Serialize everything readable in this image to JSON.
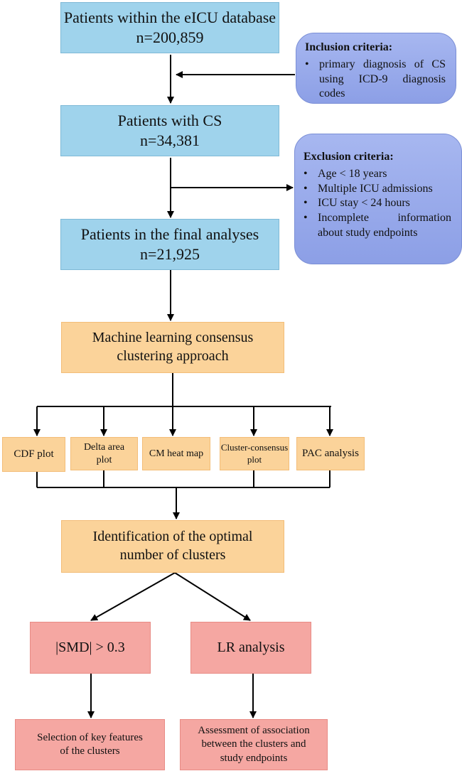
{
  "boxes": {
    "eicu": {
      "line1": "Patients within the eICU database",
      "line2": "n=200,859"
    },
    "cs": {
      "line1": "Patients with CS",
      "line2": "n=34,381"
    },
    "final": {
      "line1": "Patients in the final analyses",
      "line2": "n=21,925"
    },
    "ml": {
      "line1": "Machine learning consensus",
      "line2": "clustering approach"
    },
    "optimal": {
      "line1": "Identification of the optimal",
      "line2": "number of clusters"
    },
    "smd": {
      "label": "|SMD| > 0.3"
    },
    "lr": {
      "label": "LR analysis"
    },
    "selection": {
      "line1": "Selection of key features",
      "line2": "of the clusters"
    },
    "assessment": {
      "line1": "Assessment of association",
      "line2": "between the clusters and",
      "line3": "study endpoints"
    }
  },
  "methods": [
    {
      "line1": "CDF plot",
      "line2": ""
    },
    {
      "line1": "Delta area",
      "line2": "plot"
    },
    {
      "line1": "CM heat map",
      "line2": ""
    },
    {
      "line1": "Cluster-consensus",
      "line2": "plot"
    },
    {
      "line1": "PAC analysis",
      "line2": ""
    }
  ],
  "inclusion": {
    "title": "Inclusion criteria:",
    "items": [
      "primary diagnosis of CS using ICD-9 diagnosis codes"
    ]
  },
  "exclusion": {
    "title": "Exclusion criteria:",
    "items": [
      "Age < 18 years",
      "Multiple ICU admissions",
      "ICU stay < 24 hours",
      "Incomplete information about study endpoints"
    ]
  },
  "colors": {
    "patient_box": "#9fd3ec",
    "process_box": "#fbd39a",
    "outcome_box": "#f5a7a2",
    "criteria_box": "#98aaeb",
    "arrow": "#000000"
  }
}
